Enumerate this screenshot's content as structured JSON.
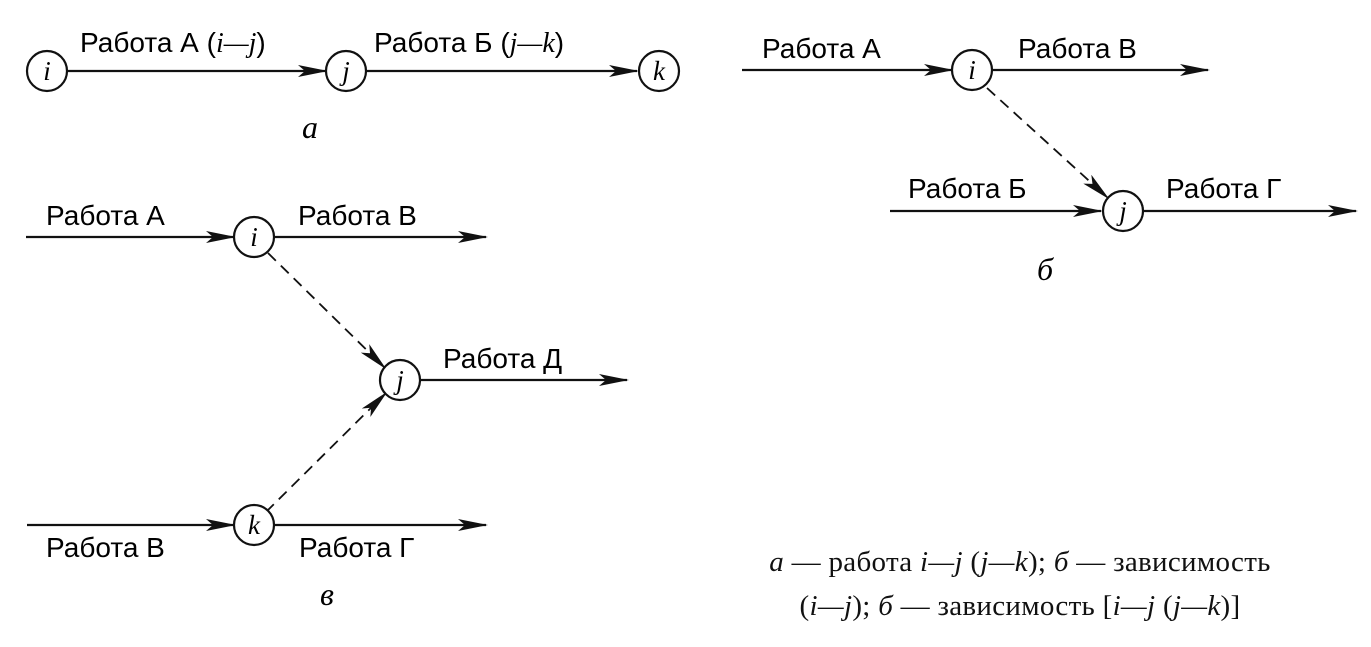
{
  "panels": {
    "a": {
      "label": "а",
      "nodes": {
        "i": "i",
        "j": "j",
        "k": "k"
      },
      "edges": {
        "ij": {
          "text": "Работа А (",
          "italic": "i—j",
          "close": ")"
        },
        "jk": {
          "text": "Работа Б (",
          "italic": "j—k",
          "close": ")"
        }
      }
    },
    "b": {
      "label": "б",
      "nodes": {
        "i": "i",
        "j": "j"
      },
      "edges": {
        "in_i": "Работа А",
        "out_i": "Работа В",
        "in_j": "Работа Б",
        "out_j": "Работа Г"
      }
    },
    "v": {
      "label": "в",
      "nodes": {
        "i": "i",
        "j": "j",
        "k": "k"
      },
      "edges": {
        "in_i": "Работа А",
        "out_i": "Работа В",
        "out_j": "Работа Д",
        "in_k": "Работа В",
        "out_k": "Работа Г"
      }
    }
  },
  "caption": {
    "line1": {
      "a": "а",
      "dash1": " — работа ",
      "ij": "i—j",
      "open": " (",
      "jk": "j—k",
      "close": "); ",
      "b": "б",
      "dash2": " — зависимость"
    },
    "line2": {
      "open": "(",
      "ij": "i—j",
      "close": "); ",
      "b": "б",
      "dash": " — зависимость [",
      "ij2": "i—j",
      "open2": " (",
      "jk": "j—k",
      "close2": ")]"
    }
  }
}
